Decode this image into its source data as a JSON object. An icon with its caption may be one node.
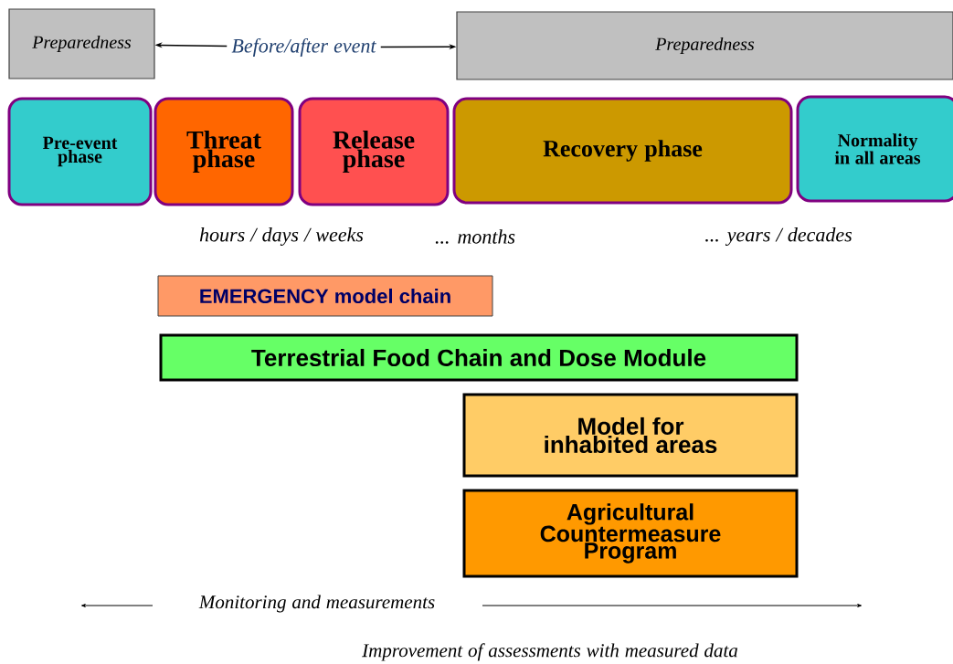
{
  "diagram": {
    "nodes": [
      {
        "text": [
          "Preparedness"
        ]
      },
      {
        "text": [
          "Before/after event"
        ]
      },
      {
        "text": [
          "Preparedness"
        ]
      },
      {
        "text": [
          "Pre-event phase"
        ]
      },
      {
        "text": [
          "Threat phase"
        ]
      },
      {
        "text": [
          "Release phase"
        ]
      },
      {
        "text": [
          "Recovery phase"
        ]
      },
      {
        "text": [
          "Normality in all areas"
        ]
      },
      {
        "text": [
          "EMERGENCY model chain"
        ]
      },
      {
        "text": [
          "Terrestrial Food Chain and Dose Module"
        ]
      },
      {
        "text": [
          "Model for inhabited areas"
        ]
      },
      {
        "text": [
          "Agricultural Countermeasure Program"
        ]
      }
    ],
    "edges": [
      {
        "from": 1,
        "to": 0,
        "arrow": "to"
      },
      {
        "from": 1,
        "to": 2,
        "arrow": "to"
      }
    ],
    "labels": [
      "hours / days / weeks",
      "... months",
      "... years / decades",
      "Monitoring and measurements",
      "Improvement of assessments with measured data"
    ]
  }
}
